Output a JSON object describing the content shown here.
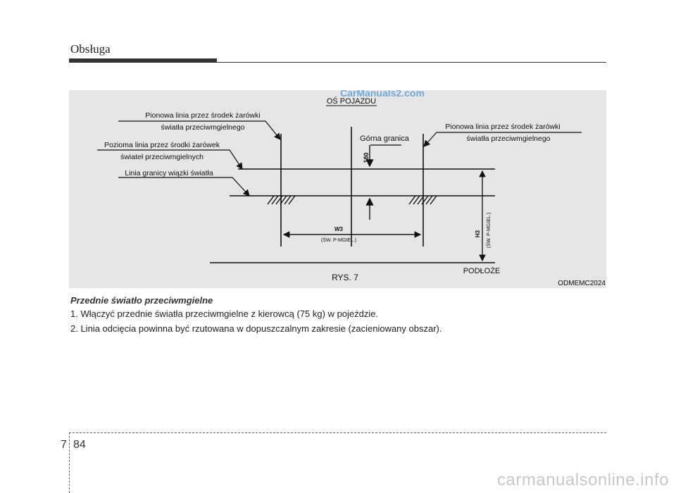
{
  "header": {
    "section_title": "Obsługa"
  },
  "figure": {
    "vehicle_axis": "OŚ POJAZDU",
    "watermark_top": "CarManuals2.com",
    "vertical_left_line1": "Pionowa linia przez środek żarówki",
    "vertical_left_line2": "światła przeciwmgielnego",
    "horizontal_line1": "Pozioma linia przez środki żarówek",
    "horizontal_line2": "świateł przeciwmgielnych",
    "cutoff_line": "Linia granicy wiązki światła",
    "upper_limit": "Górna granica",
    "dim_180": "180",
    "vertical_right_line1": "Pionowa linia przez środek żarówki",
    "vertical_right_line2": "światła przeciwmgielnego",
    "w3": "W3",
    "w3_sub": "(ŚW. P-MGIEL.)",
    "h3": "H3",
    "h3_sub": "(ŚW. P-MGIEL.)",
    "ground": "PODŁOŻE",
    "fig_label": "RYS. 7",
    "code": "ODMEMC2024"
  },
  "body": {
    "caption": "Przednie światło przeciwmgielne",
    "step1": "1. Włączyć przednie światła przeciwmgielne z kierowcą (75 kg) w pojeździe.",
    "step2": "2. Linia odcięcia powinna być rzutowana w dopuszczalnym zakresie (zacieniowany obszar)."
  },
  "footer": {
    "chapter": "7",
    "page": "84",
    "watermark": "carmanualsonline.info"
  }
}
